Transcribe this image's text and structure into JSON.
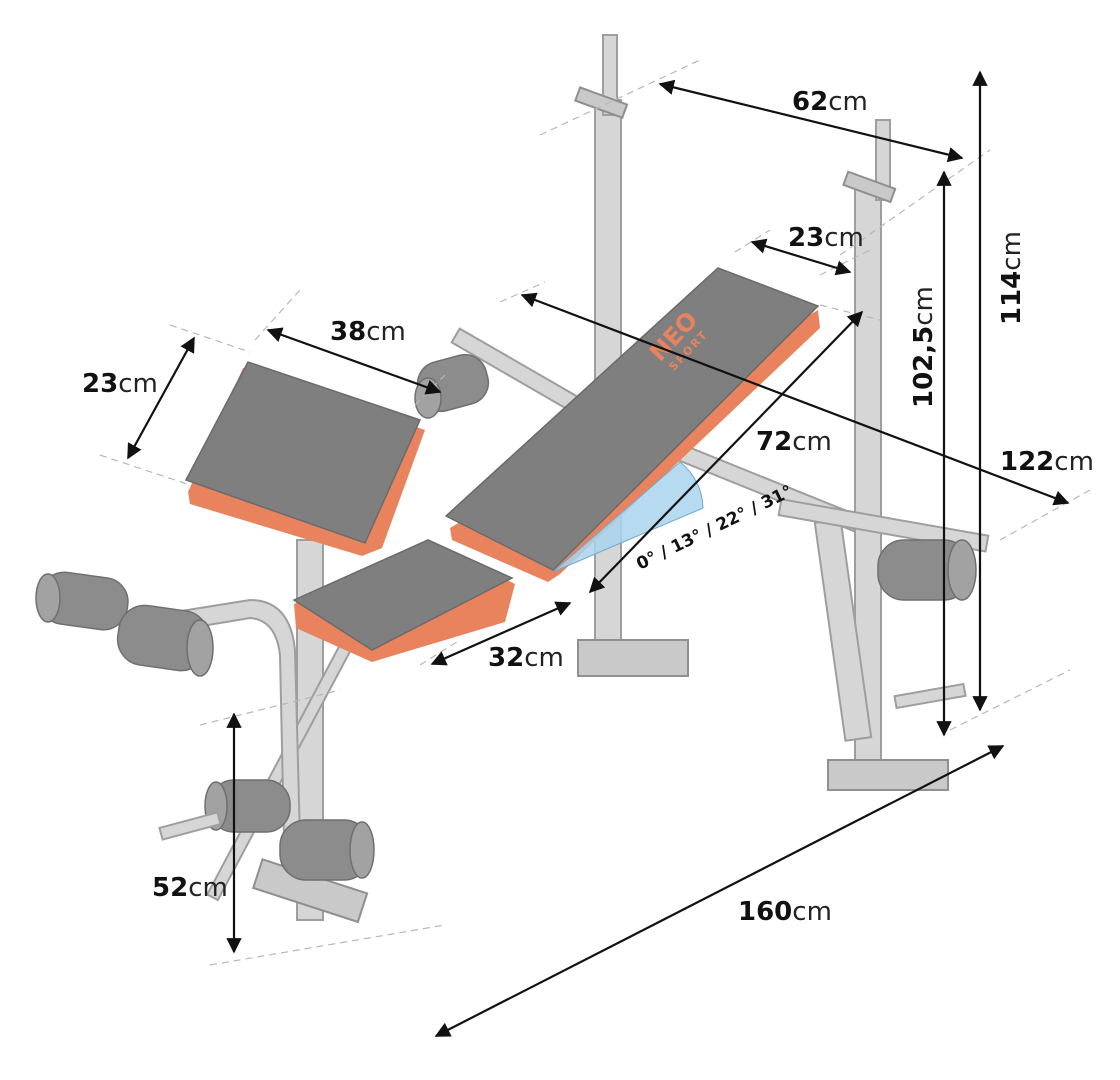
{
  "brand": {
    "logo": "NEO",
    "logo_sub": "SPORT"
  },
  "unit": "cm",
  "dimensions": {
    "frame_width": "62",
    "backrest_width": "23",
    "preacher_depth": "23",
    "preacher_length": "38",
    "total_height": "114",
    "upright_height": "102,5",
    "backrest_length": "72",
    "base_width": "122",
    "seat_length": "32",
    "leg_height": "52",
    "total_length": "160"
  },
  "backrest_angles": "0° / 13° / 22° / 31°",
  "colors": {
    "pad_top": "#7f7f7f",
    "pad_edge": "#e9835d",
    "frame": "#d6d6d6",
    "angle_fill": "#a9d4ec"
  }
}
